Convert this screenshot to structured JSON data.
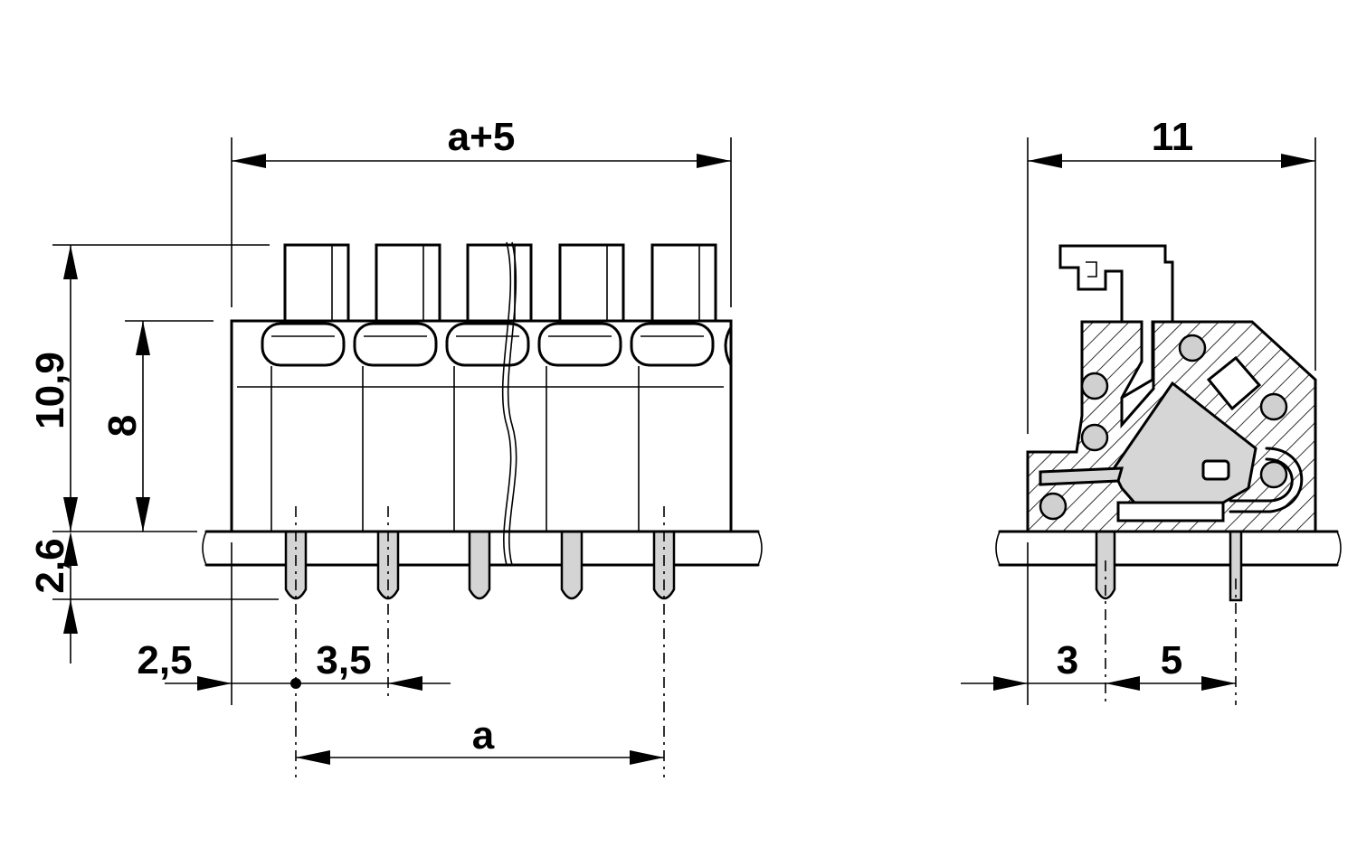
{
  "dimensions": {
    "overall_width": "a+5",
    "height_total": "10,9",
    "height_body": "8",
    "pin_length": "2,6",
    "offset_left": "2,5",
    "pitch": "3,5",
    "pitch_span": "a",
    "depth": "11",
    "side_offset_left": "3",
    "side_pin_spacing": "5"
  }
}
